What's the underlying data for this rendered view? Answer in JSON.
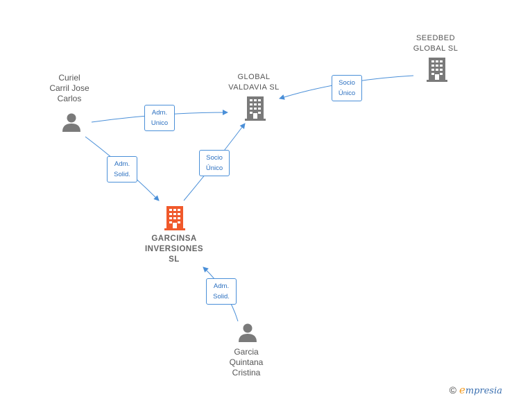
{
  "colors": {
    "edge": "#4a8fd8",
    "node": "#7a7a7a",
    "focus": "#f0592b"
  },
  "nodes": {
    "curiel": {
      "type": "person",
      "lines": [
        "Curiel",
        "Carril Jose",
        "Carlos"
      ]
    },
    "global_valdavia": {
      "type": "company",
      "lines": [
        "GLOBAL",
        "VALDAVIA  SL"
      ]
    },
    "seedbed": {
      "type": "company",
      "lines": [
        "SEEDBED",
        "GLOBAL  SL"
      ]
    },
    "garcinsa": {
      "type": "company-focus",
      "lines": [
        "GARCINSA",
        "INVERSIONES",
        "SL"
      ]
    },
    "garcia": {
      "type": "person",
      "lines": [
        "Garcia",
        "Quintana",
        "Cristina"
      ]
    }
  },
  "edges": {
    "curiel_to_global": {
      "lines": [
        "Adm.",
        "Unico"
      ]
    },
    "curiel_to_garcinsa": {
      "lines": [
        "Adm.",
        "Solid."
      ]
    },
    "garcinsa_to_global": {
      "lines": [
        "Socio",
        "Único"
      ]
    },
    "seedbed_to_global": {
      "lines": [
        "Socio",
        "Único"
      ]
    },
    "garcia_to_garcinsa": {
      "lines": [
        "Adm.",
        "Solid."
      ]
    }
  },
  "brand": {
    "copyright": "©",
    "e": "e",
    "rest": "mpresia"
  }
}
